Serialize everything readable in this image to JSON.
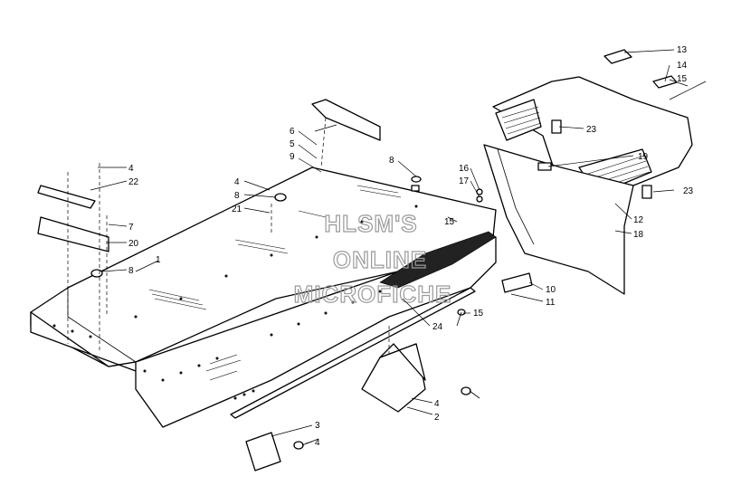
{
  "diagram": {
    "watermark": [
      "HLSM'S",
      "ONLINE",
      "MICROFICHE"
    ],
    "callouts": [
      {
        "id": "c1",
        "label": "1"
      },
      {
        "id": "c2",
        "label": "2"
      },
      {
        "id": "c3",
        "label": "3"
      },
      {
        "id": "c4a",
        "label": "4"
      },
      {
        "id": "c4b",
        "label": "4"
      },
      {
        "id": "c4c",
        "label": "4"
      },
      {
        "id": "c4d",
        "label": "4"
      },
      {
        "id": "c5",
        "label": "5"
      },
      {
        "id": "c6",
        "label": "6"
      },
      {
        "id": "c7",
        "label": "7"
      },
      {
        "id": "c8a",
        "label": "8"
      },
      {
        "id": "c8b",
        "label": "8"
      },
      {
        "id": "c8c",
        "label": "8"
      },
      {
        "id": "c9",
        "label": "9"
      },
      {
        "id": "c10",
        "label": "10"
      },
      {
        "id": "c11",
        "label": "11"
      },
      {
        "id": "c12",
        "label": "12"
      },
      {
        "id": "c13",
        "label": "13"
      },
      {
        "id": "c14",
        "label": "14"
      },
      {
        "id": "c15a",
        "label": "15"
      },
      {
        "id": "c15b",
        "label": "15"
      },
      {
        "id": "c15c",
        "label": "15"
      },
      {
        "id": "c16",
        "label": "16"
      },
      {
        "id": "c17",
        "label": "17"
      },
      {
        "id": "c18",
        "label": "18"
      },
      {
        "id": "c19",
        "label": "19"
      },
      {
        "id": "c20",
        "label": "20"
      },
      {
        "id": "c21",
        "label": "21"
      },
      {
        "id": "c22",
        "label": "22"
      },
      {
        "id": "c23a",
        "label": "23"
      },
      {
        "id": "c23b",
        "label": "23"
      },
      {
        "id": "c24",
        "label": "24"
      }
    ]
  }
}
